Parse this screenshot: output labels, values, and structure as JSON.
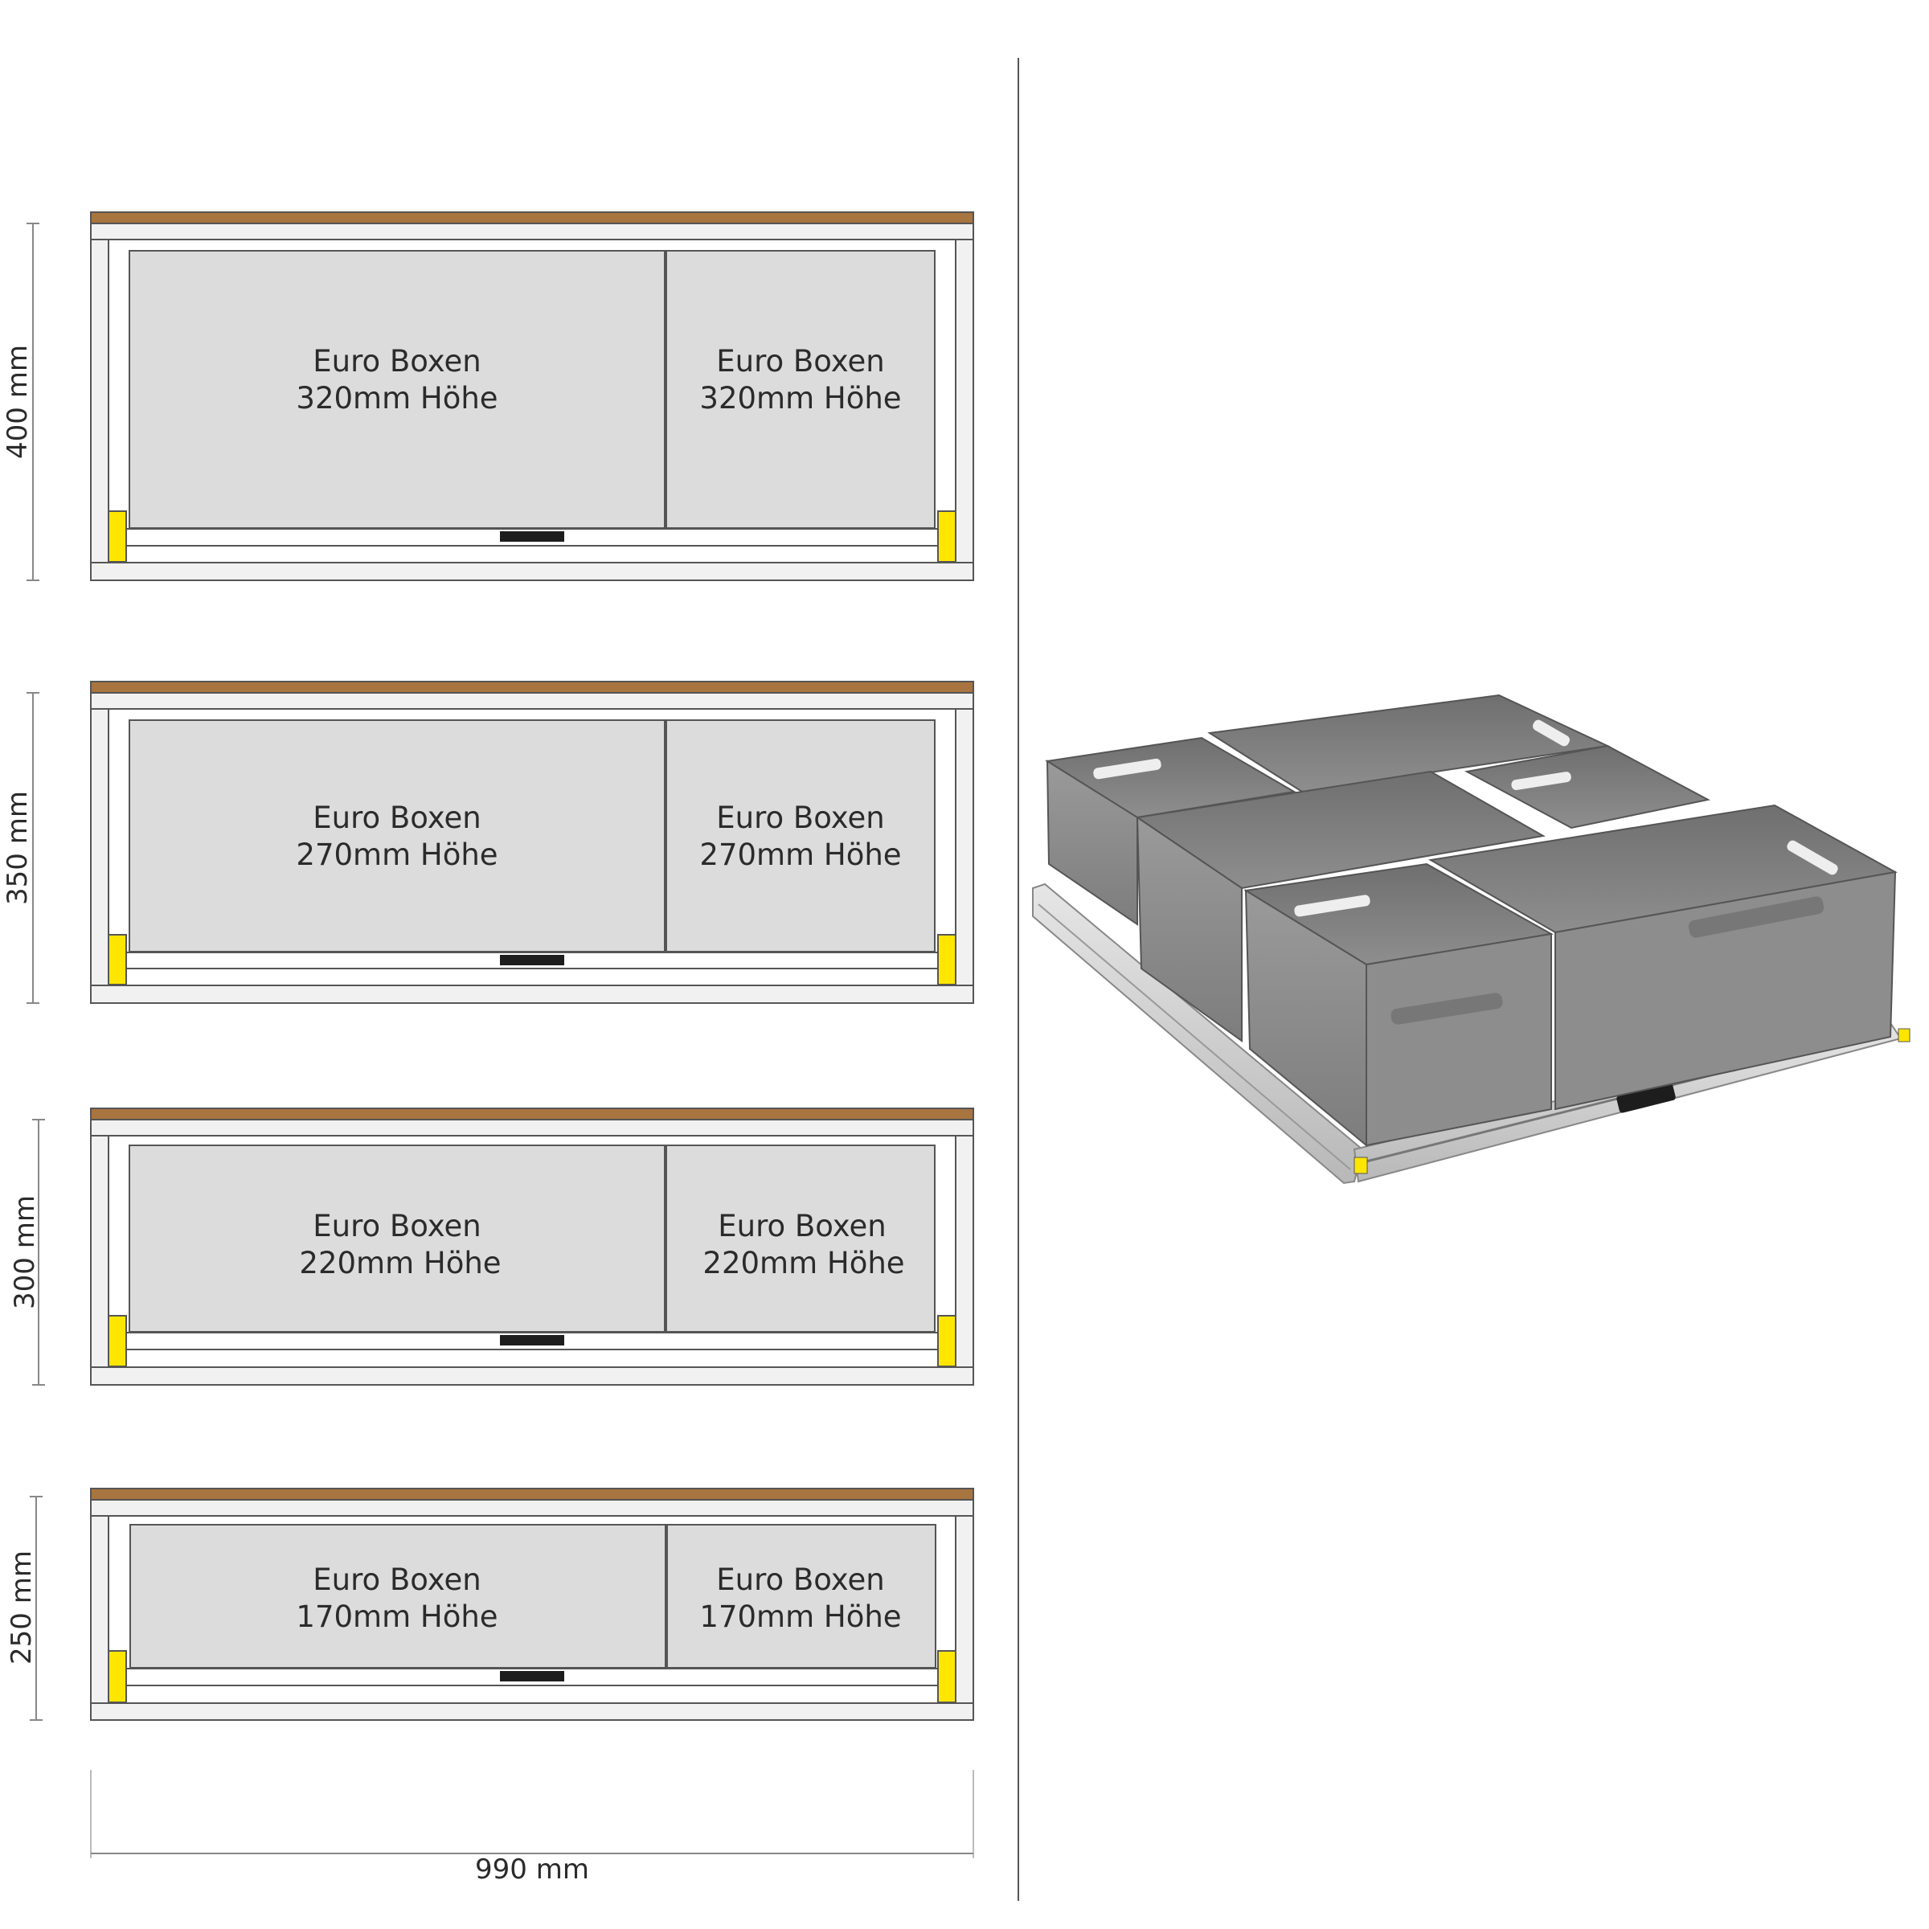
{
  "drawers": [
    {
      "height_label": "400 mm",
      "left_box": [
        "Euro Boxen",
        "320mm Höhe"
      ],
      "right_box": [
        "Euro Boxen",
        "320mm Höhe"
      ]
    },
    {
      "height_label": "350 mm",
      "left_box": [
        "Euro Boxen",
        "270mm Höhe"
      ],
      "right_box": [
        "Euro Boxen",
        "270mm Höhe"
      ]
    },
    {
      "height_label": "300 mm",
      "left_box": [
        "Euro Boxen",
        "220mm Höhe"
      ],
      "right_box": [
        "Euro Boxen",
        "220mm Höhe"
      ]
    },
    {
      "height_label": "250 mm",
      "left_box": [
        "Euro Boxen",
        "170mm Höhe"
      ],
      "right_box": [
        "Euro Boxen",
        "170mm Höhe"
      ]
    }
  ],
  "width_label": "990 mm",
  "colors": {
    "wood": "#a8743f",
    "frame": "#f1f1f1",
    "box": "#dcdcdc",
    "rail_yellow": "#ffe600",
    "handle": "#1d1d1d",
    "crate": "#8a8a8a"
  }
}
